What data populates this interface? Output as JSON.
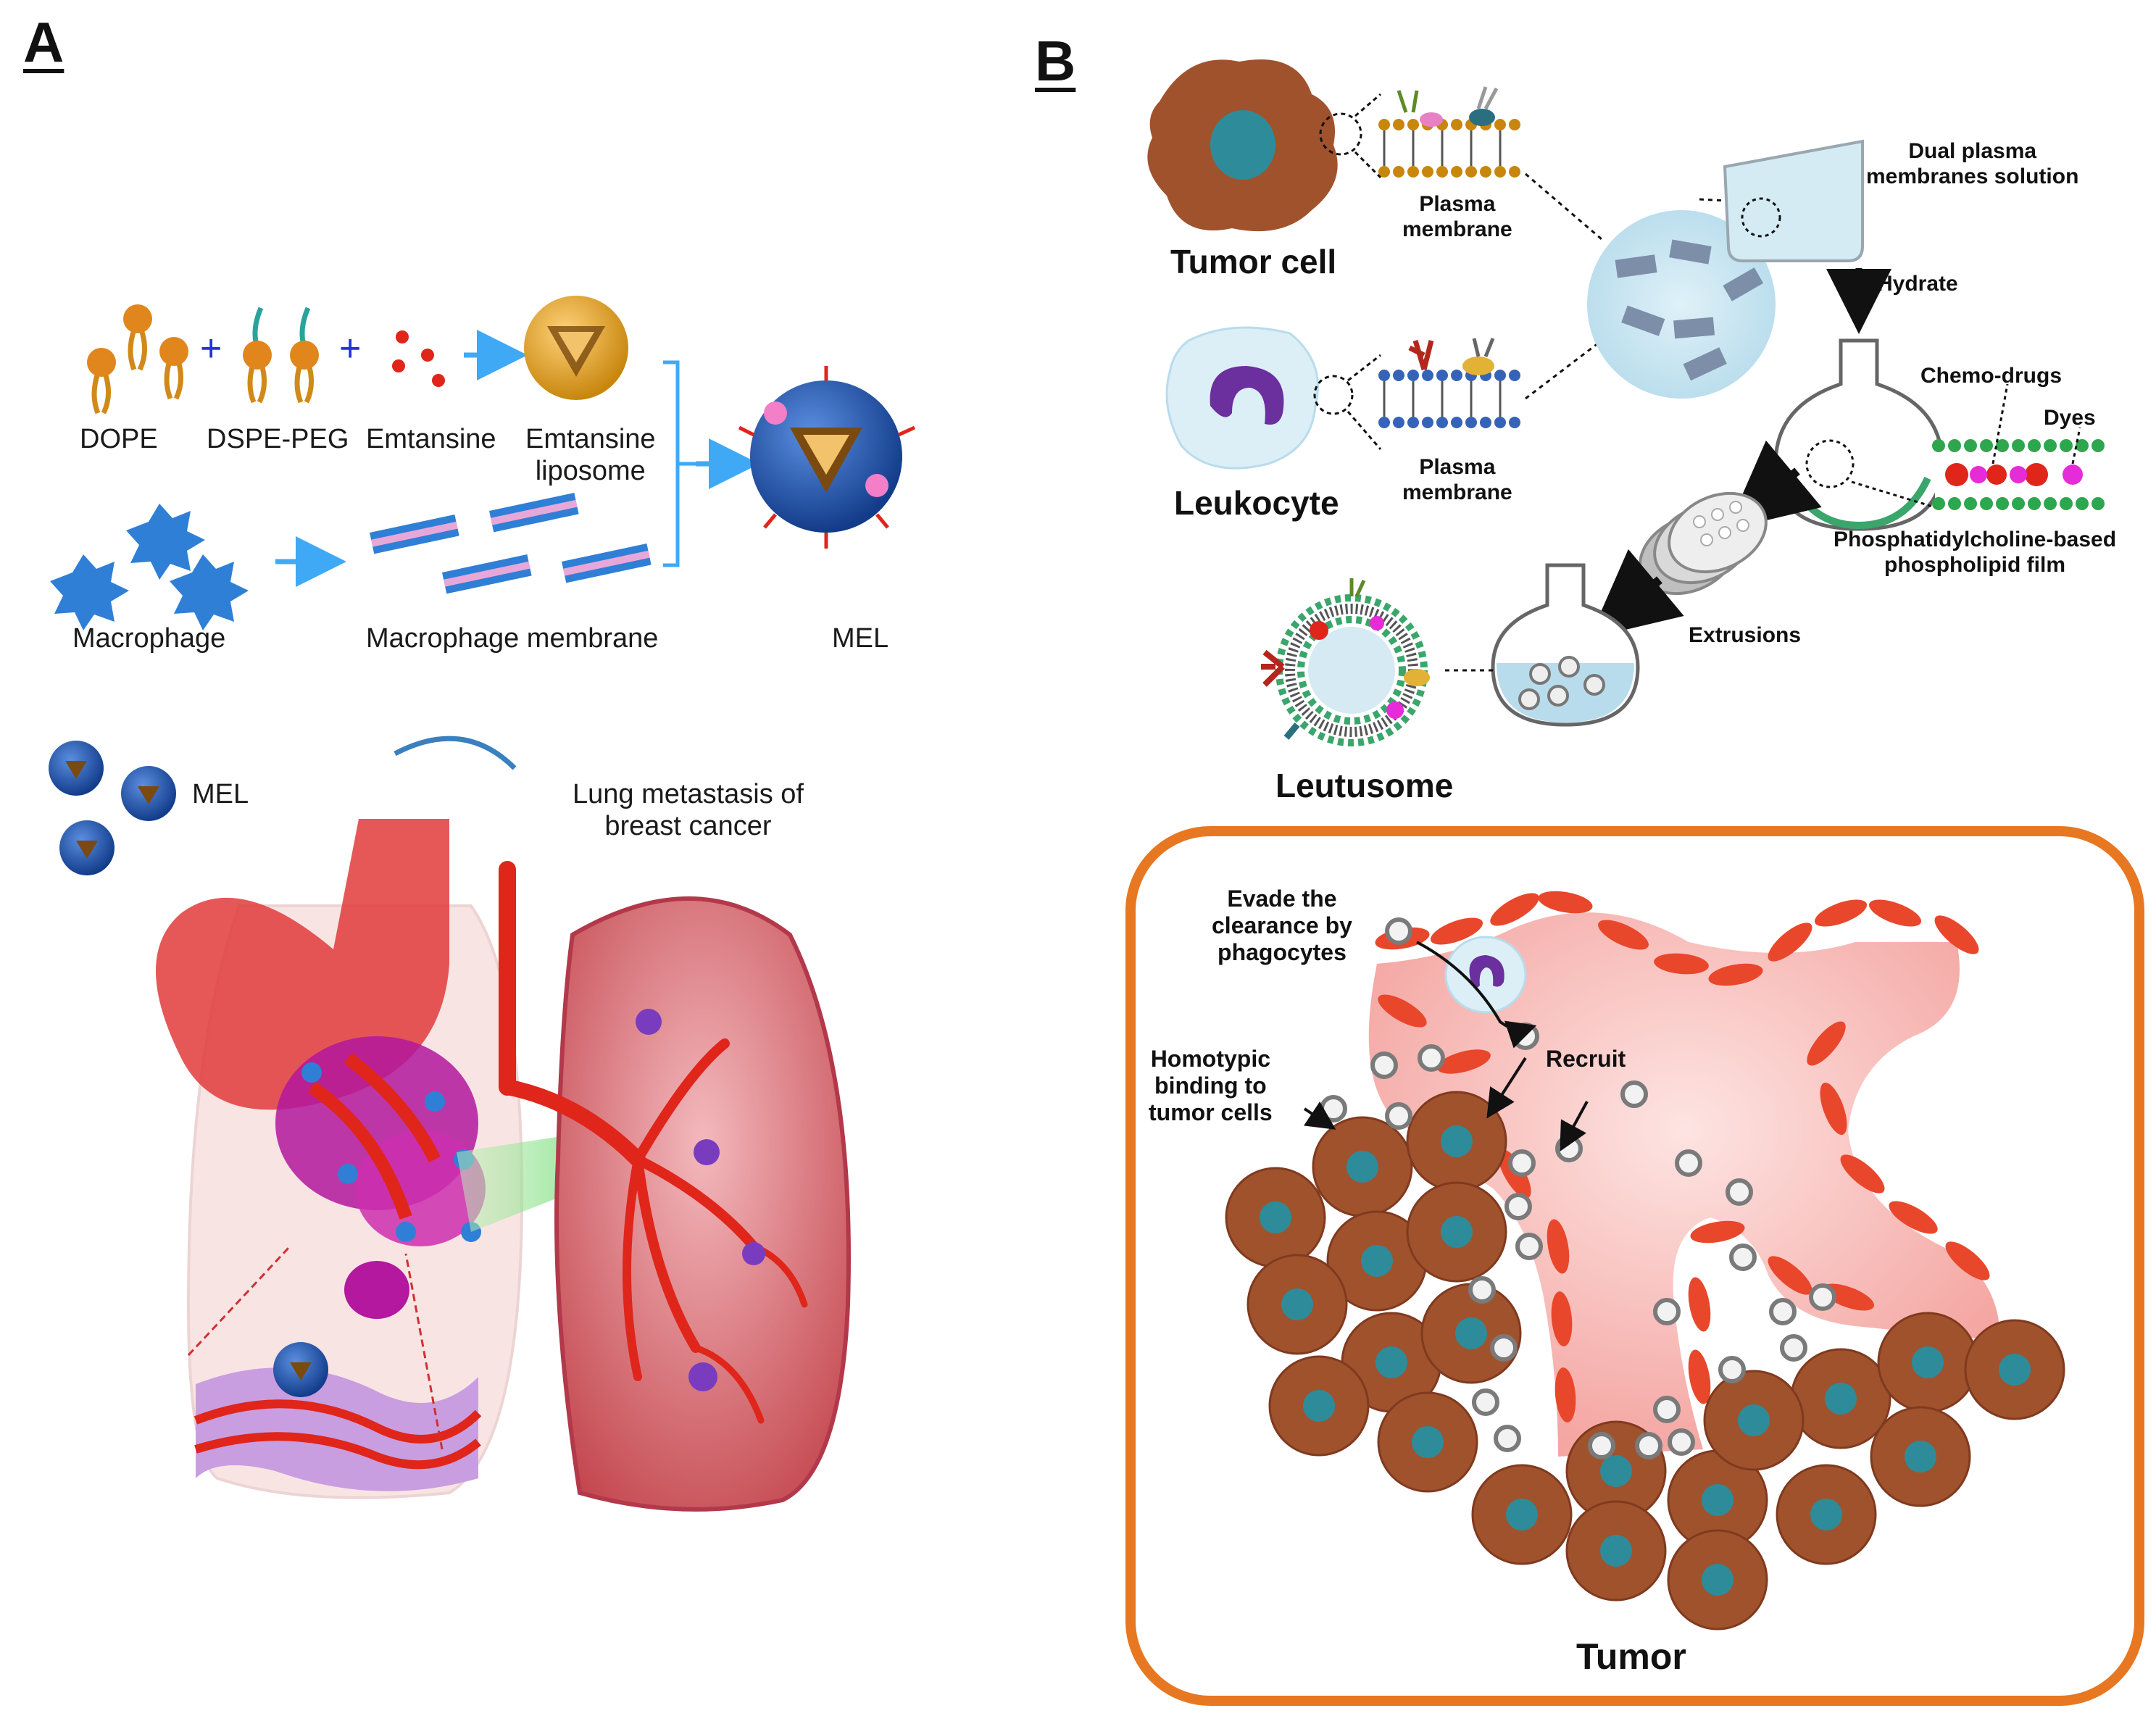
{
  "panels": {
    "a": {
      "label": "A",
      "components": {
        "dope": "DOPE",
        "dspe_peg": "DSPE-PEG",
        "emtansine": "Emtansine",
        "emtansine_liposome": "Emtansine\nliposome",
        "macrophage": "Macrophage",
        "macrophage_membrane": "Macrophage membrane",
        "mel": "MEL"
      },
      "plus_signs": [
        "+",
        "+"
      ],
      "lung": {
        "mel_label": "MEL",
        "title": "Lung metastasis of\nbreast cancer"
      }
    },
    "b": {
      "label": "B",
      "cells": {
        "tumor_cell": "Tumor cell",
        "leukocyte": "Leukocyte",
        "leutusome": "Leutusome"
      },
      "process": {
        "plasma_membrane_1": "Plasma\nmembrane",
        "plasma_membrane_2": "Plasma\nmembrane",
        "dual_solution": "Dual plasma\nmembranes solution",
        "hydrate": "Hydrate",
        "chemo_drugs": "Chemo-drugs",
        "dyes": "Dyes",
        "film": "Phosphatidylcholine-based\nphospholipid film",
        "extrusions": "Extrusions"
      },
      "tumor_box": {
        "evade": "Evade the\nclearance by\nphagocytes",
        "recruit": "Recruit",
        "homotypic": "Homotypic\nbinding to\ntumor cells",
        "tumor": "Tumor"
      }
    }
  },
  "colors": {
    "tumor_cell": "#a0522d",
    "nucleus": "#2e8b9a",
    "vessel": "#f7b6b3",
    "endothelial": "#e8472c",
    "frame": "#e87722",
    "liposome_blue": "#2a5db0",
    "lung_red": "#e23b3b"
  }
}
